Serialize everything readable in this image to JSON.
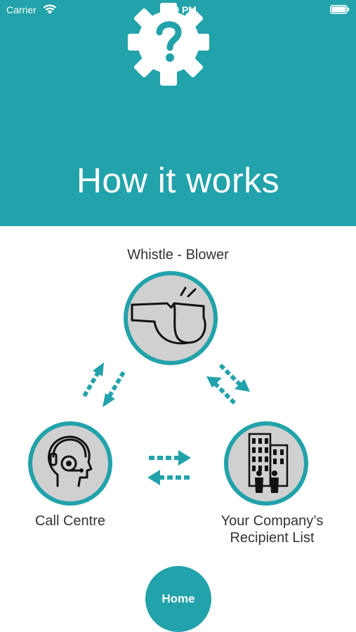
{
  "status_bar": {
    "carrier": "Carrier",
    "time": "1:19 PM"
  },
  "header": {
    "title": "How it works",
    "icon": "gear-question-icon"
  },
  "diagram": {
    "whistle_blower": {
      "label": "Whistle - Blower",
      "icon": "whistle-icon"
    },
    "call_centre": {
      "label": "Call Centre",
      "icon": "headset-person-icon"
    },
    "company": {
      "label_line1": "Your Company’s",
      "label_line2": "Recipient List",
      "icon": "office-buildings-icon"
    }
  },
  "home_button": {
    "label": "Home"
  },
  "colors": {
    "accent": "#22a2aa",
    "circle_fill": "#d0d0d0",
    "text": "#333333"
  }
}
